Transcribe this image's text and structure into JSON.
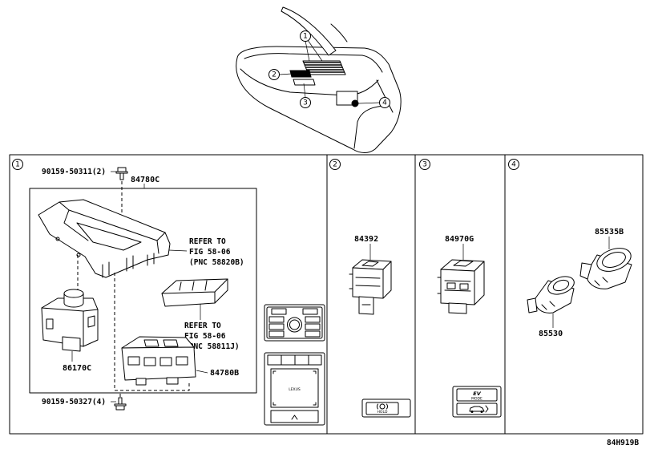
{
  "diagram_code": "84H919B",
  "overview": {
    "callouts": [
      "1",
      "2",
      "3",
      "4"
    ]
  },
  "panel_1": {
    "number": "1",
    "bolt_upper": "90159-50311(2)",
    "bezel": "84780C",
    "refer_a": [
      "REFER TO",
      "FIG 58-06",
      "(PNC 58820B)"
    ],
    "refer_b": [
      "REFER TO",
      "FIG 58-06",
      "(PNC 58811J)"
    ],
    "shift_module": "86170C",
    "switch_assembly": "84780B",
    "bolt_lower": "90159-50327(4)",
    "touchpad_logo": "LEXUS"
  },
  "panel_2": {
    "number": "2",
    "part": "84392",
    "button_label": "HOLD"
  },
  "panel_3": {
    "number": "3",
    "part": "84970G",
    "button_label_top": "EV",
    "button_label_bottom": "MODE"
  },
  "panel_4": {
    "number": "4",
    "part_socket": "85535B",
    "part_lighter": "85530"
  }
}
